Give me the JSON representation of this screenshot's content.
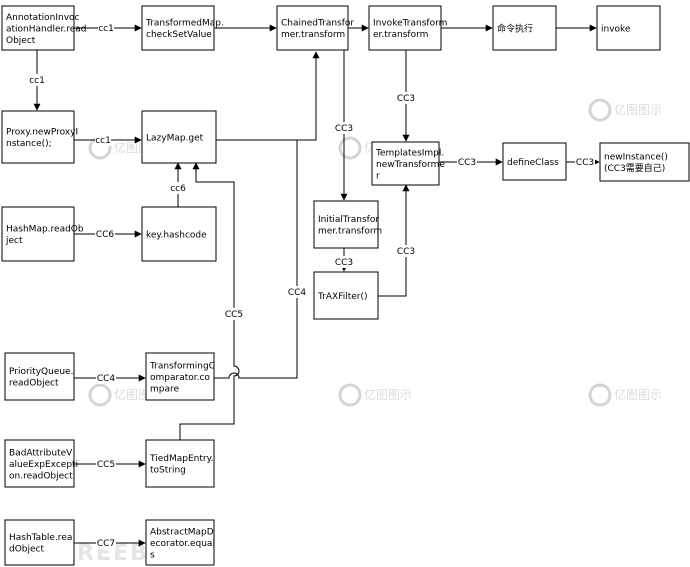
{
  "nodes": {
    "annotation_readobject": [
      "AnnotationInvoc",
      "ationHandler.read",
      "Object"
    ],
    "transformedmap_checksetvalue": [
      "TransformedMap.",
      "checkSetValue"
    ],
    "chainedtransformer_transform": [
      "ChainedTransfor",
      "mer.transform"
    ],
    "invoketransformer_transform": [
      "InvokeTransform",
      "er.transform"
    ],
    "command_execute": [
      "命令执行"
    ],
    "invoke": [
      "invoke"
    ],
    "proxy_newproxyinstance": [
      "Proxy.newProxyI",
      "nstance();"
    ],
    "lazymap_get": [
      "LazyMap.get"
    ],
    "templatesimpl_newtransformer": [
      "TemplatesImpl.",
      "newTransforme",
      "r"
    ],
    "defineclass": [
      "defineClass"
    ],
    "newinstance": [
      "newInstance()",
      "(CC3需要自己)"
    ],
    "hashmap_readobject": [
      "HashMap.readOb",
      "ject"
    ],
    "key_hashcode": [
      "key.hashcode"
    ],
    "initialtransformer_transform": [
      "InitialTransfor",
      "mer.transform"
    ],
    "traxfilter": [
      "TrAXFilter()"
    ],
    "priorityqueue_readobject": [
      "PriorityQueue.",
      "readObject"
    ],
    "transformingcomparator_compare": [
      "TransformingC",
      "omparator.co",
      "mpare"
    ],
    "badattribute_readobject": [
      "BadAttributeV",
      "alueExpExcepti",
      "on.readObject"
    ],
    "tiedmapentry_tostring": [
      "TiedMapEntry.",
      "toString"
    ],
    "hashtable_readobject": [
      "HashTable.rea",
      "dObject"
    ],
    "abstractmapdecorator_equals": [
      "AbstractMapD",
      "ecorator.equal",
      "s"
    ]
  },
  "edge_labels": {
    "annotation_to_transformedmap": "cc1",
    "annotation_to_proxy": "cc1",
    "proxy_to_lazymap": "cc1",
    "keyhashcode_to_lazymap": "cc6",
    "hashmap_to_keyhashcode": "CC6",
    "chained_to_initial": "CC3",
    "invoke_to_templates": "CC3",
    "initial_to_trax": "CC3",
    "trax_to_templates": "CC3",
    "templates_to_defineclass": "CC3",
    "defineclass_to_newinstance": "CC3",
    "tiedmap_to_lazymap": "CC5",
    "comparator_to_chained": "CC4",
    "priorityqueue_to_comparator": "CC4",
    "badattribute_to_tiedmap": "CC5",
    "hashtable_to_abstractmap": "CC7"
  },
  "watermark": {
    "brand": "亿图图示",
    "site": "FREEBUF"
  },
  "colors": {
    "stroke": "#000000",
    "background": "#ffffff",
    "watermark": "#d8d8d8"
  }
}
